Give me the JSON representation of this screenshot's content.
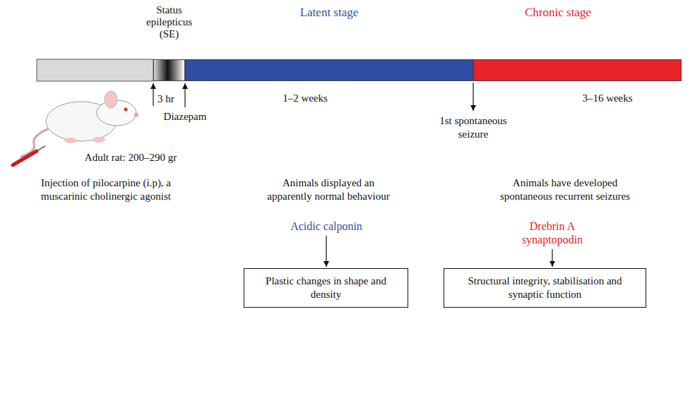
{
  "diagram": {
    "nodes": [
      {
        "text": [
          "Status epilepticus (SE)"
        ]
      },
      {
        "text": [
          "Latent stage"
        ]
      },
      {
        "text": [
          "Chronic stage"
        ]
      },
      {
        "text": [
          "Plastic changes in shape and density"
        ]
      },
      {
        "text": [
          "Structural integrity, stabilisation and synaptic function"
        ]
      }
    ],
    "labels": [
      "3 hr",
      "Diazepam",
      "1–2 weeks",
      "1st spontaneous seizure",
      "3–16 weeks",
      "Adult rat: 200–290 gr",
      "Injection of pilocarpine (i.p), a muscarinic cholinergic agonist",
      "Animals displayed an apparently normal behaviour",
      "Animals have developed spontaneous recurrent seizures",
      "Acidic calponin",
      "Drebrin A synaptopodin"
    ]
  }
}
